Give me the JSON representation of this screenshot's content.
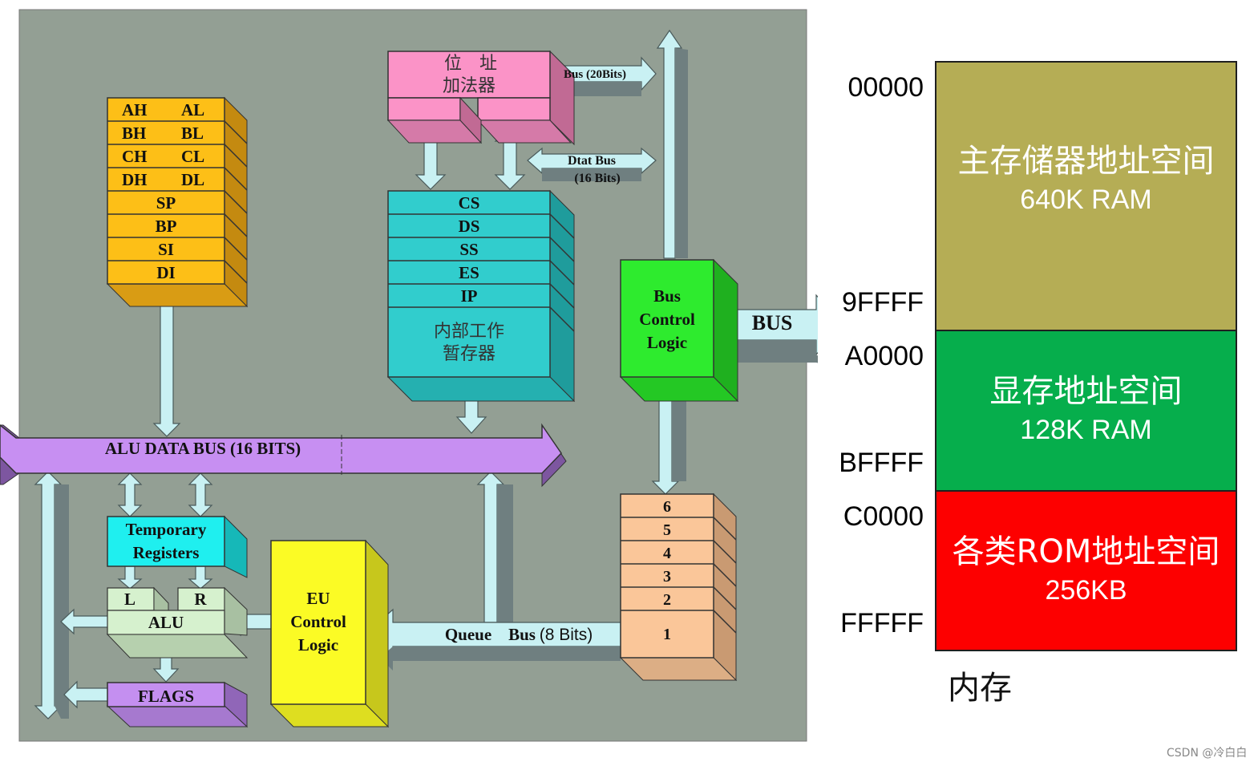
{
  "cpu": {
    "general_registers": [
      {
        "high": "AH",
        "low": "AL"
      },
      {
        "high": "BH",
        "low": "BL"
      },
      {
        "high": "CH",
        "low": "CL"
      },
      {
        "high": "DH",
        "low": "DL"
      }
    ],
    "pointer_registers": [
      "SP",
      "BP",
      "SI",
      "DI"
    ],
    "address_adder": {
      "line1": "位　址",
      "line2": "加法器"
    },
    "bus_20bits": "Bus (20Bits)",
    "data_bus_line1": "Dtat Bus",
    "data_bus_line2": "(16 Bits)",
    "segment_registers": [
      "CS",
      "DS",
      "SS",
      "ES",
      "IP"
    ],
    "internal_temp": {
      "line1": "内部工作",
      "line2": "暂存器"
    },
    "bus_control": [
      "Bus",
      "Control",
      "Logic"
    ],
    "bus_label": "BUS",
    "alu_bus": "ALU DATA BUS (16 BITS)",
    "temp_registers": [
      "Temporary",
      "Registers"
    ],
    "alu_l": "L",
    "alu_r": "R",
    "alu": "ALU",
    "flags": "FLAGS",
    "eu_control": [
      "EU",
      "Control",
      "Logic"
    ],
    "queue_bus": "Queue",
    "queue_bus_word2": "Bus",
    "queue_bus_bits": "(8 Bits)",
    "queue_slots": [
      "6",
      "5",
      "4",
      "3",
      "2",
      "1"
    ]
  },
  "memory": {
    "addresses": [
      "00000",
      "9FFFF",
      "A0000",
      "BFFFF",
      "C0000",
      "FFFFF"
    ],
    "blocks": [
      {
        "title": "主存储器地址空间",
        "size": "640K RAM",
        "color": "#b5ad55"
      },
      {
        "title": "显存地址空间",
        "size": "128K RAM",
        "color": "#06ae4c"
      },
      {
        "title": "各类ROM地址空间",
        "size": "256KB",
        "color": "#fd0000"
      }
    ],
    "caption": "内存"
  },
  "watermark": "CSDN @冷白白",
  "colors": {
    "panel_bg": "#939f94",
    "general_reg": "#fdbf17",
    "address_adder": "#fb93c7",
    "segment_reg": "#31cdcd",
    "bus_control": "#2eeb2e",
    "alu_bus": "#c78ff2",
    "temp_reg": "#1fefef",
    "alu": "#d6f1ce",
    "flags": "#c48ff0",
    "eu_control": "#fbfb25",
    "queue": "#fac699",
    "arrow": "#c9f1f3"
  }
}
